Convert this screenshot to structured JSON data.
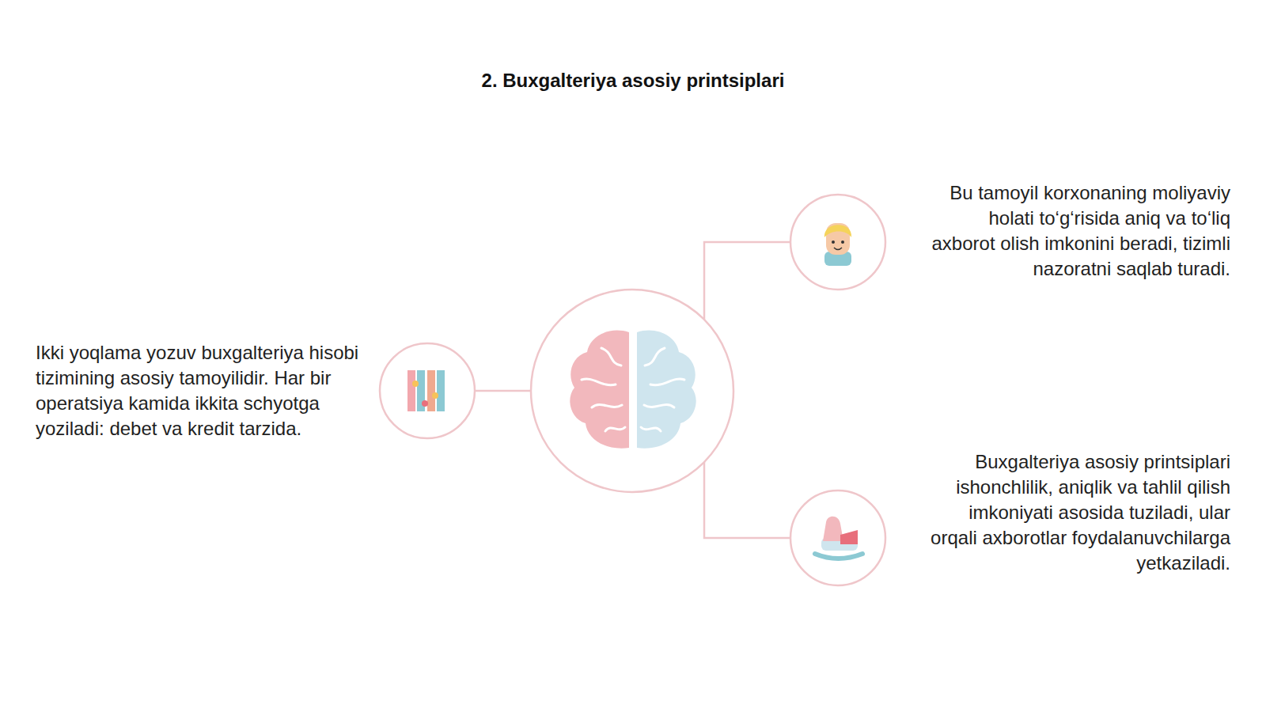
{
  "diagram": {
    "title": "2. Buxgalteriya asosiy printsiplari",
    "nodes": [
      {
        "text": [
          "Ikki yoqlama yozuv buxgalteriya hisobi tizimining asosiy tamoyilidir. Har bir operatsiya kamida ikkita schyotga yoziladi: debet va kredit tarzida."
        ]
      },
      {
        "text": [
          "Bu tamoyil korxonaning moliyaviy holati to‘g‘risida aniq va to‘liq axborot olish imkonini beradi, tizimli nazoratni saqlab turadi."
        ]
      },
      {
        "text": [
          "Buxgalteriya asosiy printsiplari ishonchlilik, aniqlik va tahlil qilish imkoniyati asosida tuziladi, ular orqali axborotlar foydalanuvchilarga yetkaziladi."
        ]
      }
    ]
  }
}
